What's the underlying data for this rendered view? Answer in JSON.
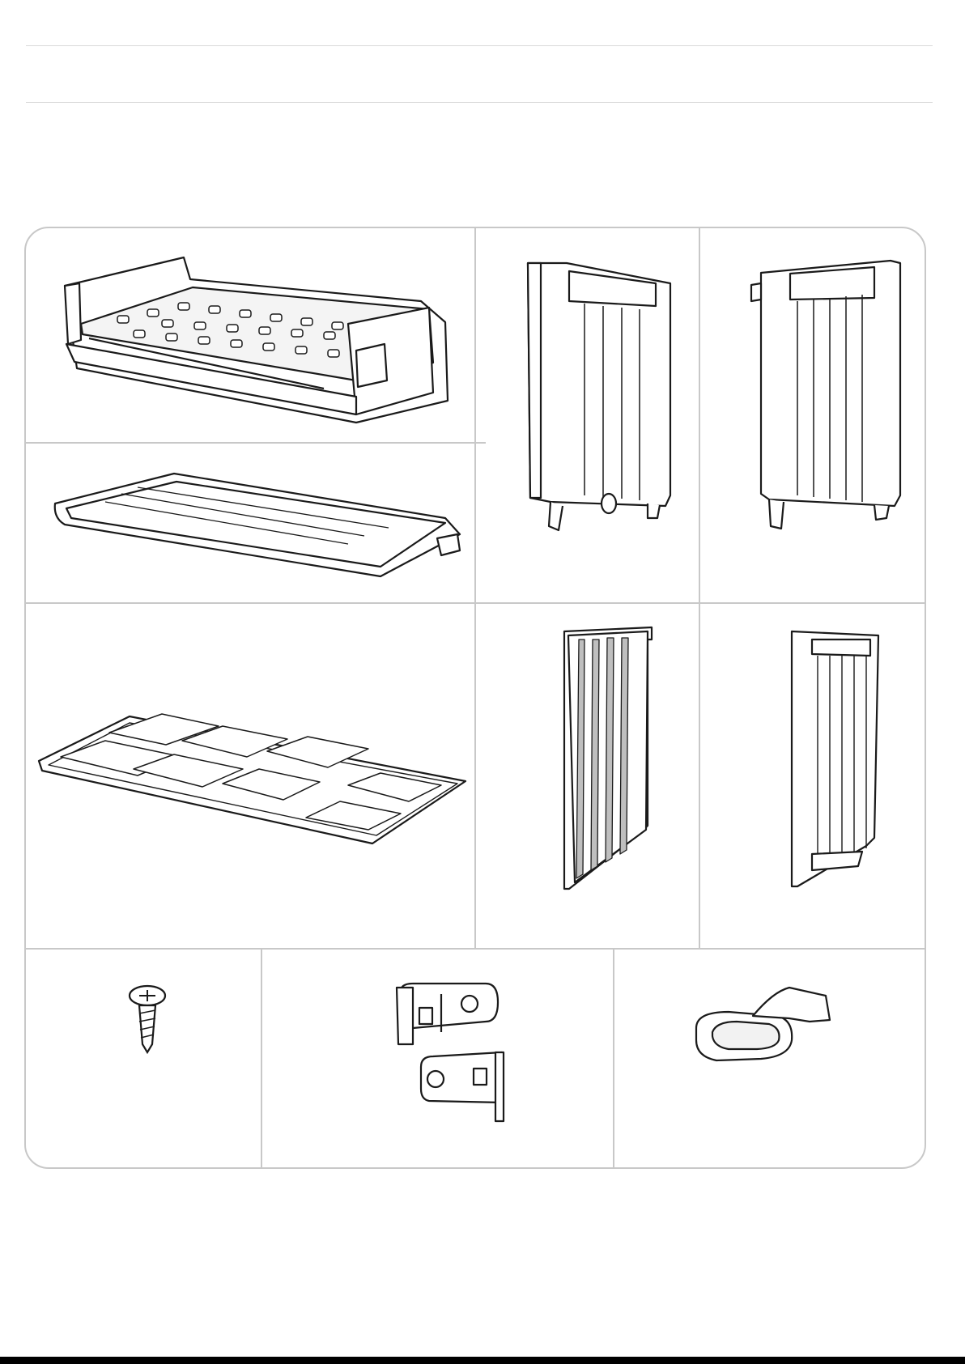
{
  "page": {
    "header_rules": [
      "top-rule",
      "bottom-rule"
    ]
  },
  "parts_grid": {
    "cells": [
      {
        "id": "drawer-tray",
        "icon": "drawer-tray-icon"
      },
      {
        "id": "drawer-cover",
        "icon": "drawer-cover-icon"
      },
      {
        "id": "left-side-panel",
        "icon": "left-side-panel-icon"
      },
      {
        "id": "right-side-panel",
        "icon": "right-side-panel-icon"
      },
      {
        "id": "bottom-plate",
        "icon": "bottom-plate-icon"
      },
      {
        "id": "front-panel",
        "icon": "front-panel-icon"
      },
      {
        "id": "rear-panel",
        "icon": "rear-panel-icon"
      },
      {
        "id": "screw",
        "icon": "screw-icon"
      },
      {
        "id": "brackets",
        "icon": "bracket-icon"
      },
      {
        "id": "clip",
        "icon": "clip-icon"
      }
    ]
  },
  "colors": {
    "line": "#1a1a1a",
    "grid": "#c8c8c8",
    "shade": "#bfbfbf"
  }
}
